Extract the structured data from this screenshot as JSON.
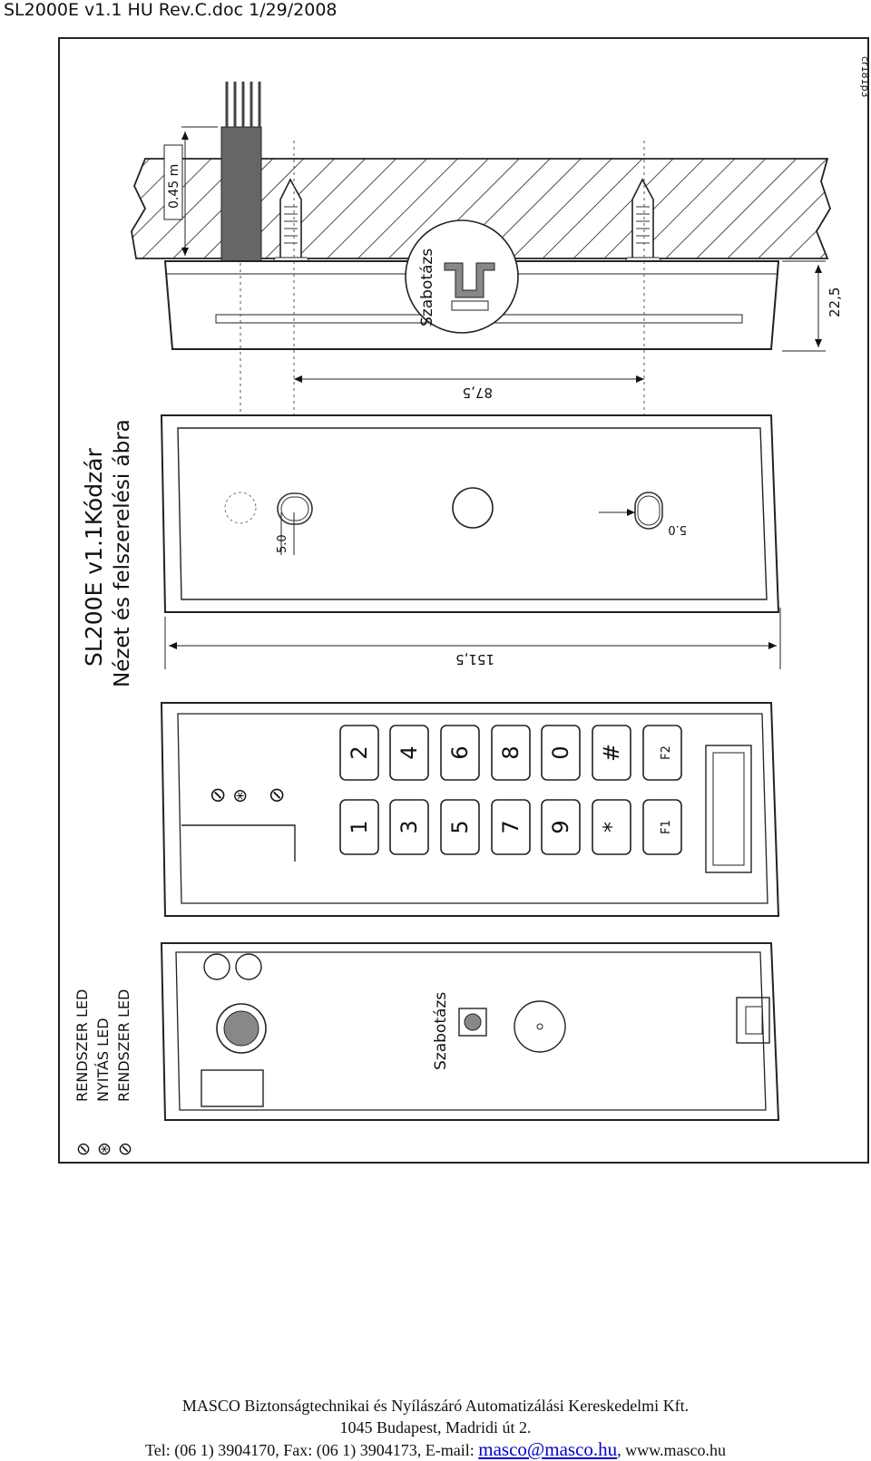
{
  "header": {
    "doc_ref": "SL2000E v1.1 HU Rev.C.doc 1/29/2008"
  },
  "drawing": {
    "code": "cr181p3",
    "title_line1": "SL200E v1.1Kódzár",
    "title_line2": "Nézet és felszerelési ábra",
    "dim_cable": "0.45 m",
    "dim_depth": "22,5",
    "dim_holes": "87,5",
    "dim_length": "151,5",
    "dim_slot": "5.0",
    "tamper_label": "Szabotázs",
    "keypad_keys": [
      "1",
      "2",
      "3",
      "4",
      "5",
      "6",
      "7",
      "8",
      "9",
      "0",
      "*",
      "#"
    ],
    "fkeys": [
      "F1",
      "F2"
    ],
    "legend": [
      "RENDSZER LED",
      "NYITÁS LED",
      "RENDSZER LED"
    ]
  },
  "footer": {
    "company": "MASCO Biztonságtechnikai és Nyílászáró Automatizálási Kereskedelmi Kft.",
    "address": "1045 Budapest, Madridi út 2.",
    "contact_prefix": "Tel: (06 1) 3904170, Fax: (06 1) 3904173, E-mail: ",
    "email": "masco@masco.hu",
    "contact_suffix": ", www.masco.hu"
  }
}
